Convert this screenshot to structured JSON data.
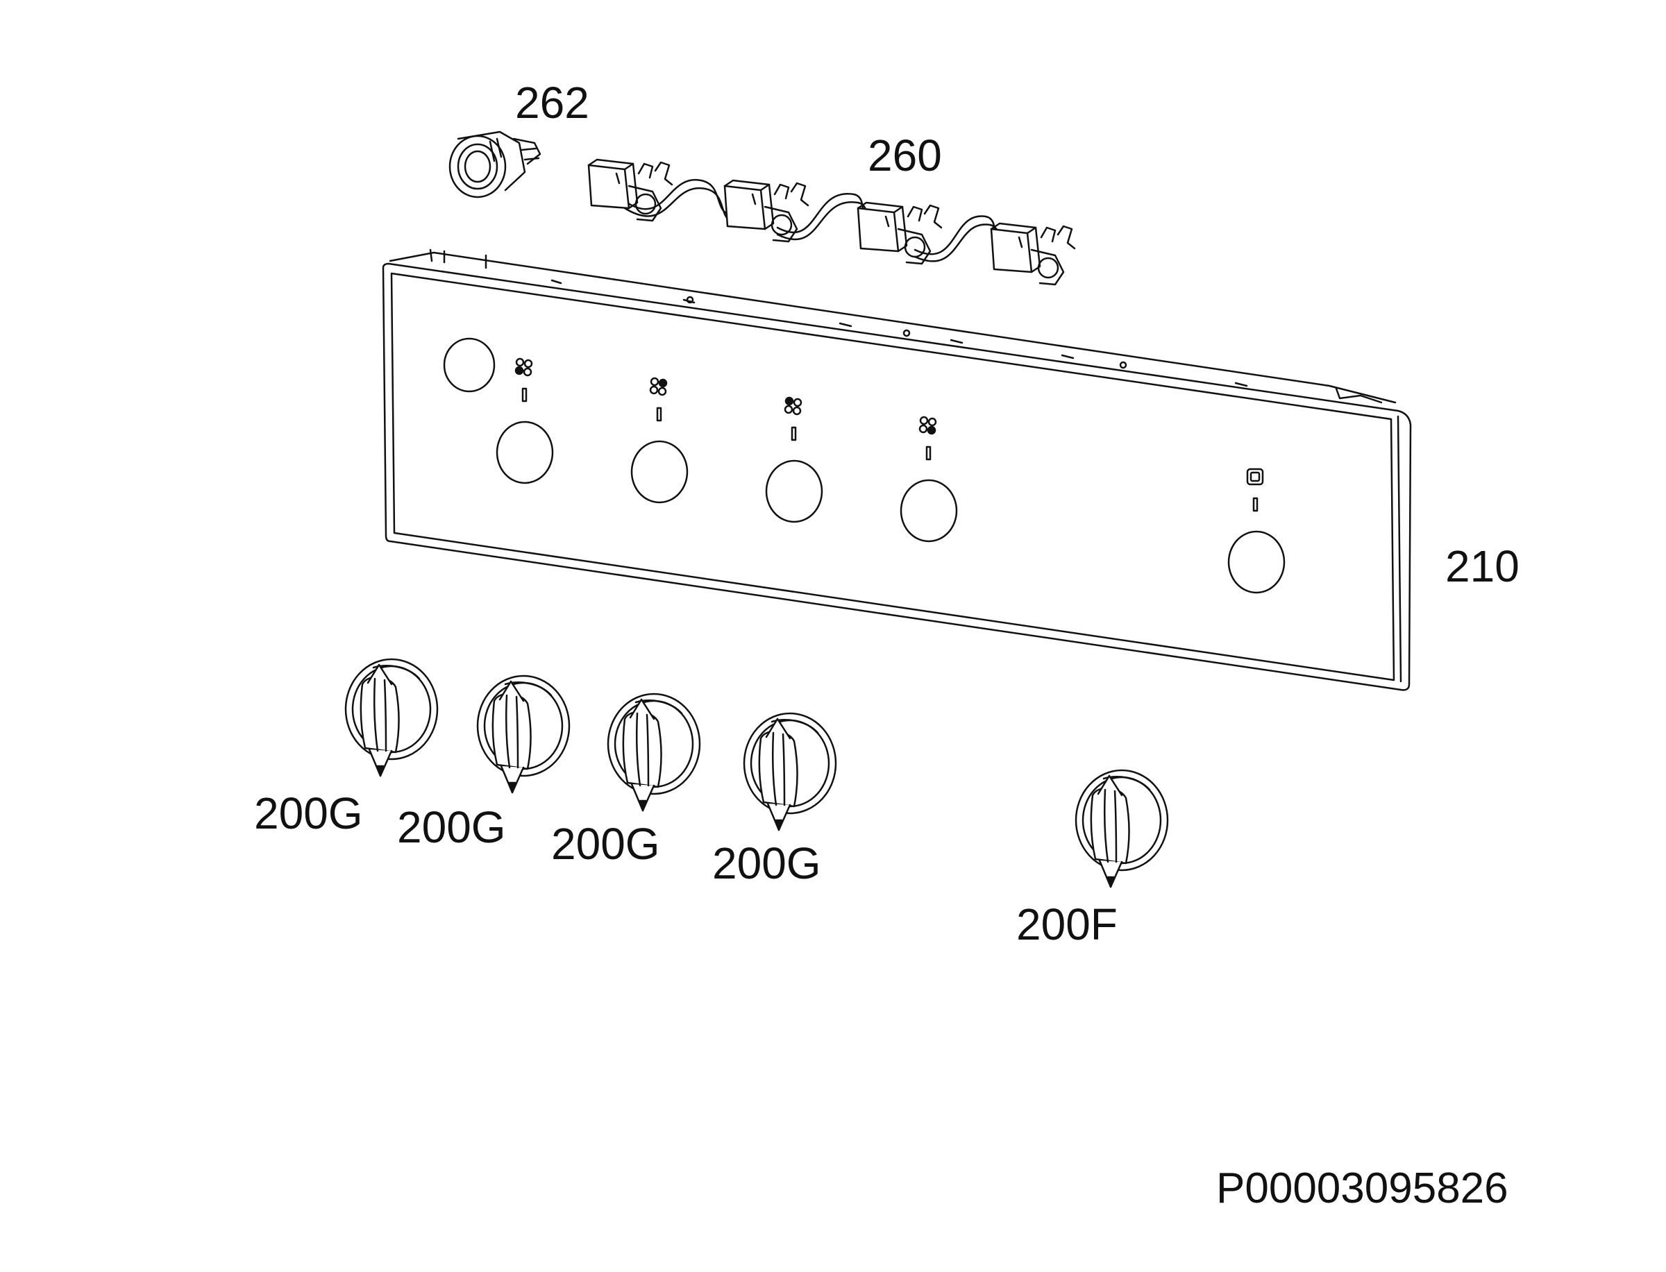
{
  "labels": {
    "lamp": "262",
    "ignition_switches": "260",
    "control_panel": "210",
    "knob_1": "200G",
    "knob_2": "200G",
    "knob_3": "200G",
    "knob_4": "200G",
    "knob_oven": "200F"
  },
  "drawing_code": "P00003095826",
  "colors": {
    "line": "#111111",
    "background": "#ffffff"
  }
}
